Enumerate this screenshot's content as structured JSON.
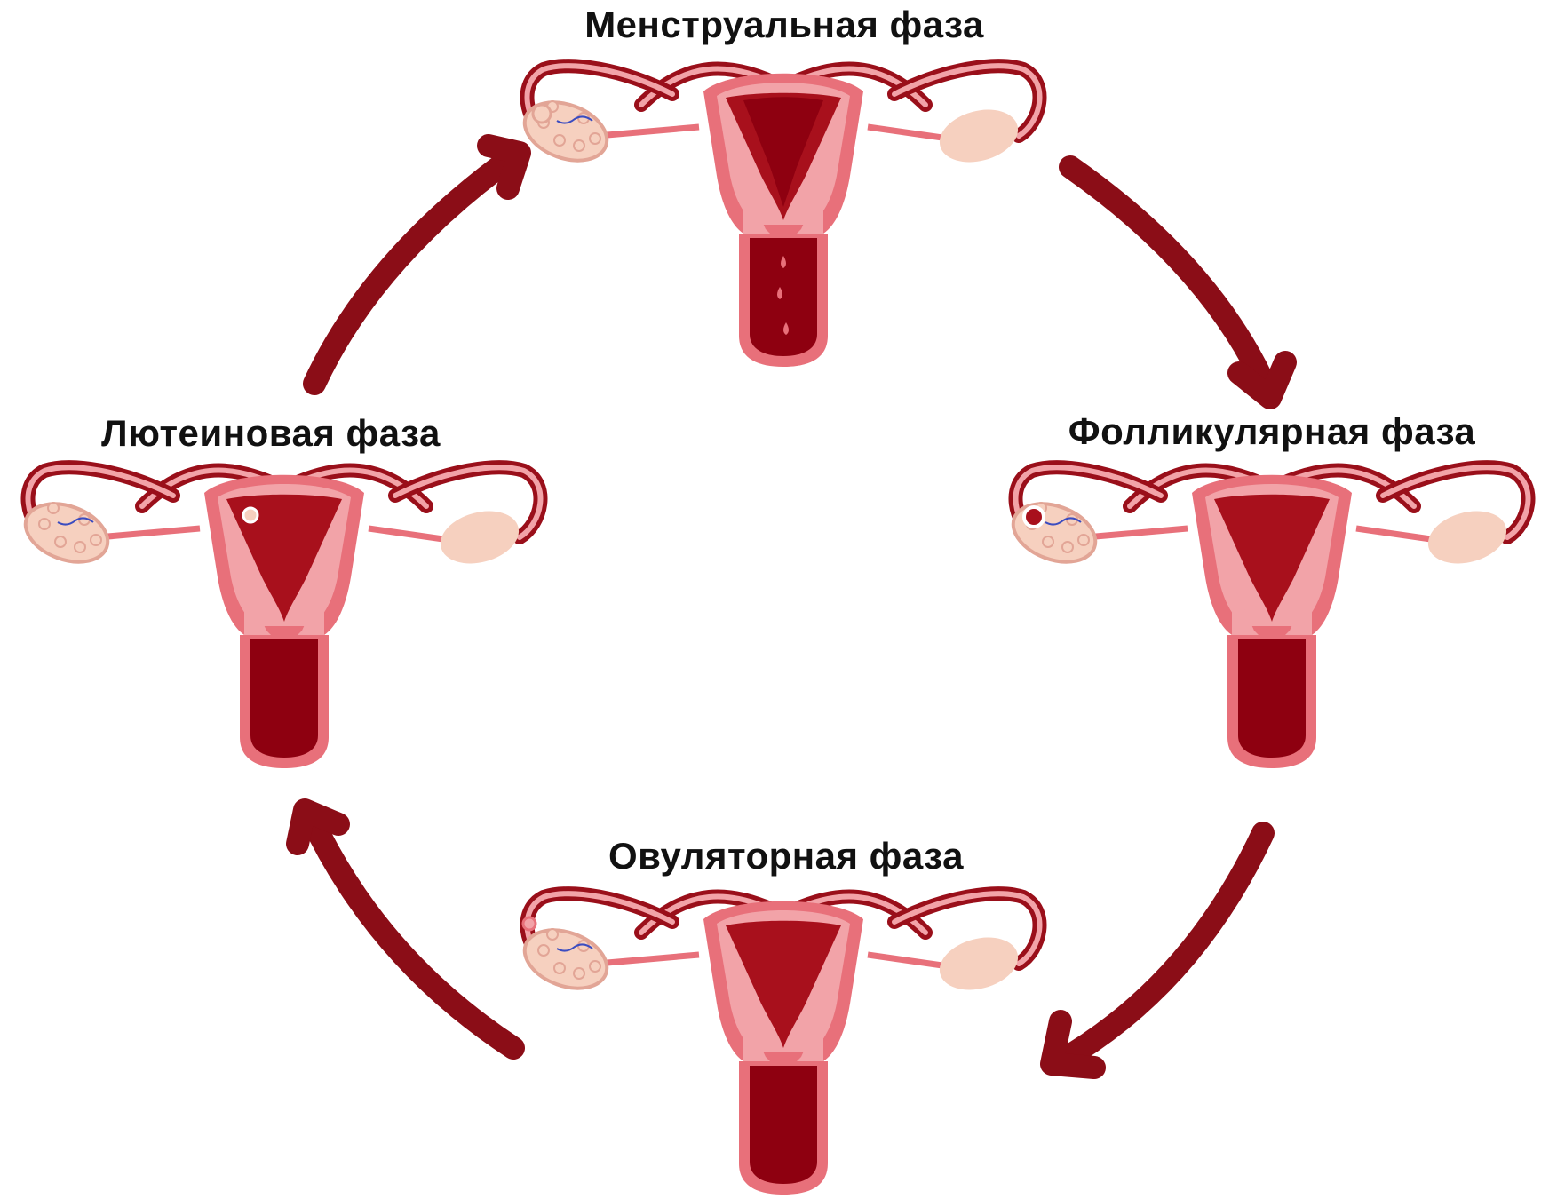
{
  "phases": {
    "menstrual": {
      "label": "Менструальная фаза",
      "follicle_variant": "menstrual"
    },
    "follicular": {
      "label": "Фолликулярная фаза",
      "follicle_variant": "follicular"
    },
    "ovulatory": {
      "label": "Овуляторная фаза",
      "follicle_variant": "ovulatory"
    },
    "luteal": {
      "label": "Лютеиновая фаза",
      "follicle_variant": "luteal"
    }
  },
  "cycle_order": [
    "menstrual",
    "follicular",
    "ovulatory",
    "luteal"
  ],
  "colors": {
    "arrow": "#8b0d17",
    "uterus_outer": "#e8707a",
    "uterus_inner_light": "#f2a3a8",
    "endometrium": "#a8101c",
    "blood_dark": "#8e0010",
    "ovary_fill": "#f6d0bf",
    "ovary_stroke": "#e2a596",
    "tube_dark": "#9a0f1a",
    "vessel_blue": "#3b4cc0"
  }
}
